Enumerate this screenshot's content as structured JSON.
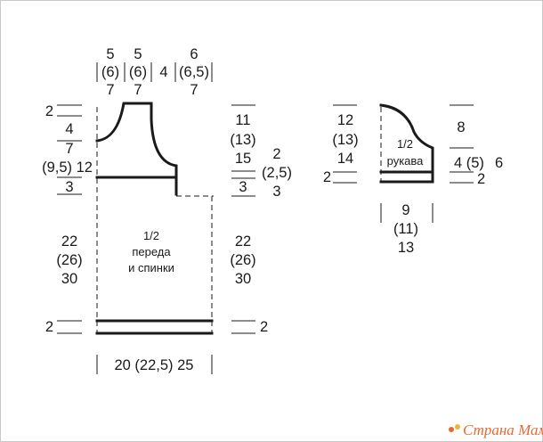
{
  "body": {
    "top_widths": [
      {
        "a": "5",
        "b": "(6)",
        "c": "7"
      },
      {
        "a": "5",
        "b": "(6)",
        "c": "7"
      },
      {
        "a": "4"
      },
      {
        "a": "6",
        "b": "(6,5)",
        "c": "7"
      }
    ],
    "left_heights": {
      "shoulder": "2",
      "neck": [
        "4",
        "7"
      ],
      "armhole_row": "(9,5) 12",
      "armhole_bottom": "3",
      "main": [
        "22",
        "(26)",
        "30"
      ],
      "rib": "2"
    },
    "right_heights": {
      "upper": [
        "11",
        "(13)"
      ],
      "armhole": [
        "15",
        "3"
      ],
      "bind_off": [
        "2",
        "(2,5)",
        "3"
      ],
      "main": [
        "22",
        "(26)",
        "30"
      ],
      "rib": "2"
    },
    "label": [
      "1/2",
      "переда",
      "и спинки"
    ],
    "bottom_width": "20 (22,5) 25"
  },
  "sleeve": {
    "left_heights": [
      "12",
      "(13)",
      "14"
    ],
    "rib": "2",
    "label": [
      "1/2",
      "рукава"
    ],
    "right_heights": {
      "cap": "8",
      "side": "4 (5)",
      "side_total": "6",
      "rib": "2"
    },
    "bottom_width": [
      "9",
      "(11)",
      "13"
    ]
  },
  "watermark": "Страна Мам"
}
